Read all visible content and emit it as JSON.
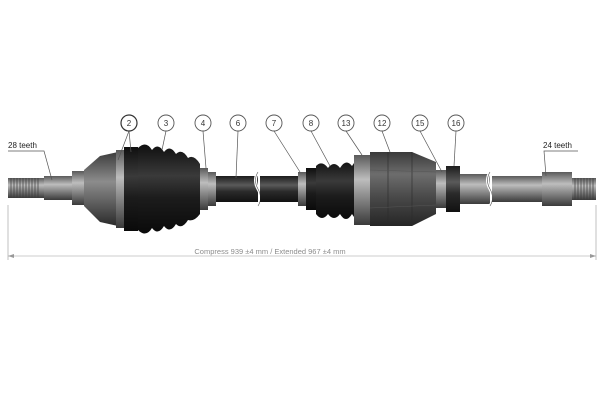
{
  "diagram": {
    "callouts": [
      {
        "id": "2",
        "label": "2"
      },
      {
        "id": "3",
        "label": "3"
      },
      {
        "id": "4",
        "label": "4"
      },
      {
        "id": "6",
        "label": "6"
      },
      {
        "id": "7",
        "label": "7"
      },
      {
        "id": "8",
        "label": "8"
      },
      {
        "id": "13",
        "label": "13"
      },
      {
        "id": "12",
        "label": "12"
      },
      {
        "id": "15",
        "label": "15"
      },
      {
        "id": "16",
        "label": "16"
      }
    ],
    "left_spline_label": "28 teeth",
    "right_spline_label": "24 teeth",
    "dimension_label": "Compress 939 ±4 mm / Extended 967 ±4 mm",
    "colors": {
      "boot": "#1e1e1e",
      "shaft": "#2b2b2b",
      "housing": "#4a4a4a",
      "metal_light": "#8a8a8a",
      "dimension_line": "#999999"
    }
  }
}
